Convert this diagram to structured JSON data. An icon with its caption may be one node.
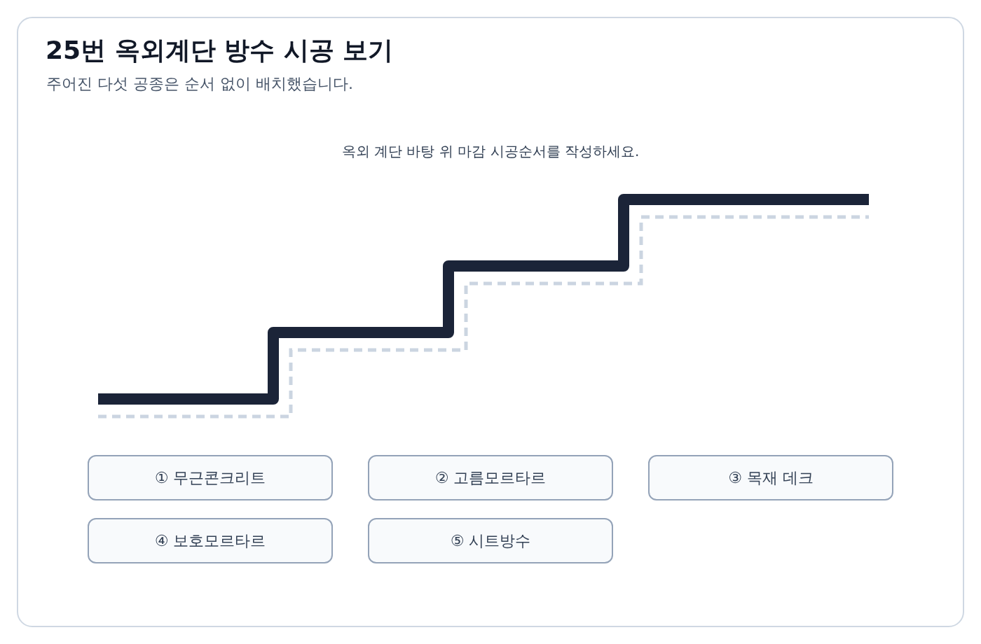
{
  "diagram": {
    "title": "25번 옥외계단 방수 시공 보기",
    "nodes": [
      {
        "text": [
          "① 무근콘크리트"
        ]
      },
      {
        "text": [
          "② 고름모르타르"
        ]
      },
      {
        "text": [
          "③ 목재 데크"
        ]
      },
      {
        "text": [
          "④ 보호모르타르"
        ]
      },
      {
        "text": [
          "⑤ 시트방수"
        ]
      }
    ],
    "labels": [
      "주어진 다섯 공종은 순서 없이 배치했습니다.",
      "옥외 계단 바탕 위 마감 시공순서를 작성하세요."
    ]
  }
}
